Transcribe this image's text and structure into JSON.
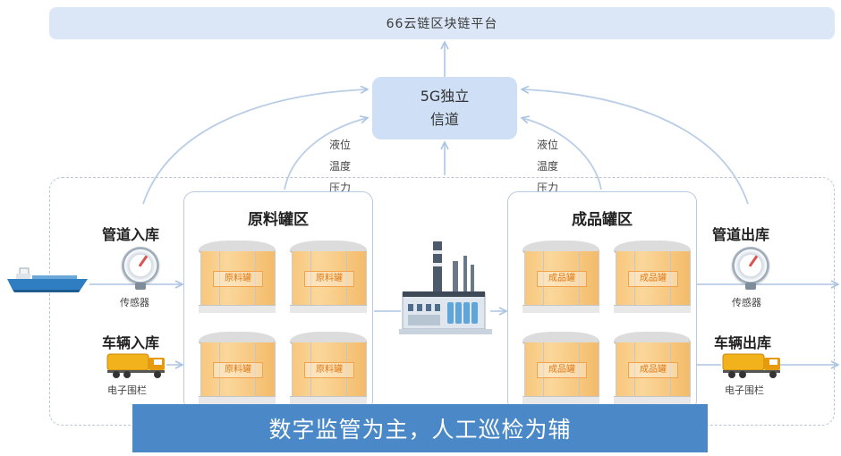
{
  "platform": {
    "title": "66云链区块链平台"
  },
  "channel": {
    "line1": "5G独立",
    "line2": "信道"
  },
  "sensor_notes": {
    "left": [
      "液位",
      "温度",
      "压力"
    ],
    "right": [
      "液位",
      "温度",
      "压力"
    ]
  },
  "raw_area": {
    "title": "原料罐区",
    "tanks": [
      "原料罐",
      "原料罐",
      "原料罐",
      "原料罐"
    ]
  },
  "product_area": {
    "title": "成品罐区",
    "tanks": [
      "成品罐",
      "成品罐",
      "成品罐",
      "成品罐"
    ]
  },
  "left_side": {
    "pipe_in": "管道入库",
    "sensor": "传感器",
    "vehicle_in": "车辆入库",
    "fence": "电子围栏"
  },
  "right_side": {
    "pipe_out": "管道出库",
    "sensor": "传感器",
    "vehicle_out": "车辆出库",
    "fence": "电子围栏"
  },
  "banner": {
    "text": "数字监管为主，人工巡检为辅"
  },
  "colors": {
    "platform_bg": "#dbe7f7",
    "channel_bg": "#cfdff6",
    "flow_line": "#a9c3e3",
    "tank_orange": "#f7c77d",
    "banner_bg": "#4a88c7",
    "truck_yellow": "#f2b21b",
    "ship_blue": "#2f7ec1"
  },
  "icons": {
    "ship": "ship-icon",
    "gauge": "pressure-gauge-icon",
    "truck": "tanker-truck-icon",
    "factory": "refinery-factory-icon",
    "tank": "storage-tank-icon"
  }
}
